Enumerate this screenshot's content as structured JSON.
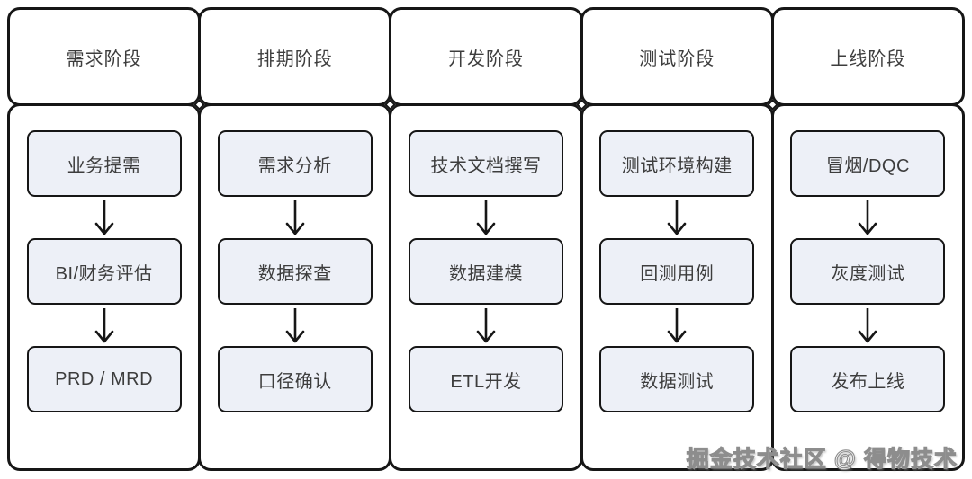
{
  "watermark": "掘金技术社区 @ 得物技术",
  "colors": {
    "background": "#ffffff",
    "border": "#161616",
    "step_box_fill": "#edf0f7",
    "text": "#3d3d3d",
    "watermark_fill": "#fcfcfc",
    "watermark_outline": "#8d8d8d"
  },
  "icons": {
    "arrow_down": "down-arrow",
    "connector": "diamond-connector"
  },
  "phases": [
    {
      "title": "需求阶段",
      "steps": [
        "业务提需",
        "BI/财务评估",
        "PRD / MRD"
      ]
    },
    {
      "title": "排期阶段",
      "steps": [
        "需求分析",
        "数据探查",
        "口径确认"
      ]
    },
    {
      "title": "开发阶段",
      "steps": [
        "技术文档撰写",
        "数据建模",
        "ETL开发"
      ]
    },
    {
      "title": "测试阶段",
      "steps": [
        "测试环境构建",
        "回测用例",
        "数据测试"
      ]
    },
    {
      "title": "上线阶段",
      "steps": [
        "冒烟/DQC",
        "灰度测试",
        "发布上线"
      ]
    }
  ]
}
